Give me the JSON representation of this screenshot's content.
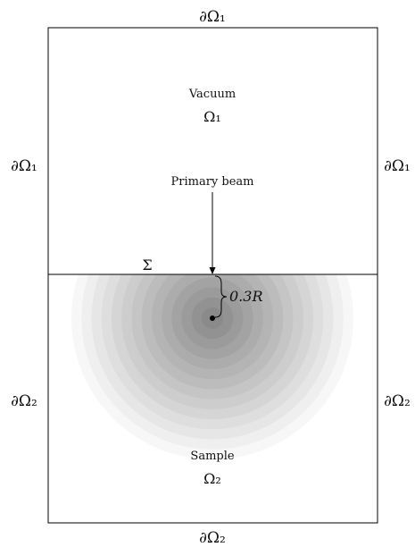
{
  "labels": {
    "top_boundary": "∂Ω₁",
    "left_upper_boundary": "∂Ω₁",
    "right_upper_boundary": "∂Ω₁",
    "left_lower_boundary": "∂Ω₂",
    "right_lower_boundary": "∂Ω₂",
    "bottom_boundary": "∂Ω₂",
    "vacuum_title": "Vacuum",
    "vacuum_symbol": "Ω₁",
    "sample_title": "Sample",
    "sample_symbol": "Ω₂",
    "beam_label": "Primary beam",
    "interface_label": "Σ",
    "depth_label": "0.3R"
  },
  "colors": {
    "line": "#000000",
    "text": "#111111",
    "gradient_outer": "#f7f7f7",
    "gradient_inner": "#8a8a8a"
  },
  "gradient": {
    "rings": 14
  }
}
